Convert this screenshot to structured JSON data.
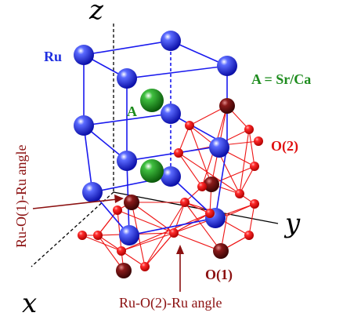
{
  "diagram": {
    "axes": {
      "z": "z",
      "y": "y",
      "x": "x"
    },
    "labels": {
      "ru": "Ru",
      "a_site": "A",
      "a_legend": "A = Sr/Ca",
      "o2": "O(2)",
      "o1": "O(1)",
      "angle_o1": "Ru-O(1)-Ru angle",
      "angle_o2": "Ru-O(2)-Ru angle"
    },
    "colors": {
      "ru": "#1f2fe0",
      "a_site": "#1e8c1e",
      "oxygen_large": "#7a1010",
      "oxygen_small": "#ff2020",
      "bond_ru": "#1a1aee",
      "bond_o": "#ee1515",
      "angle_text": "#8b1010"
    }
  }
}
